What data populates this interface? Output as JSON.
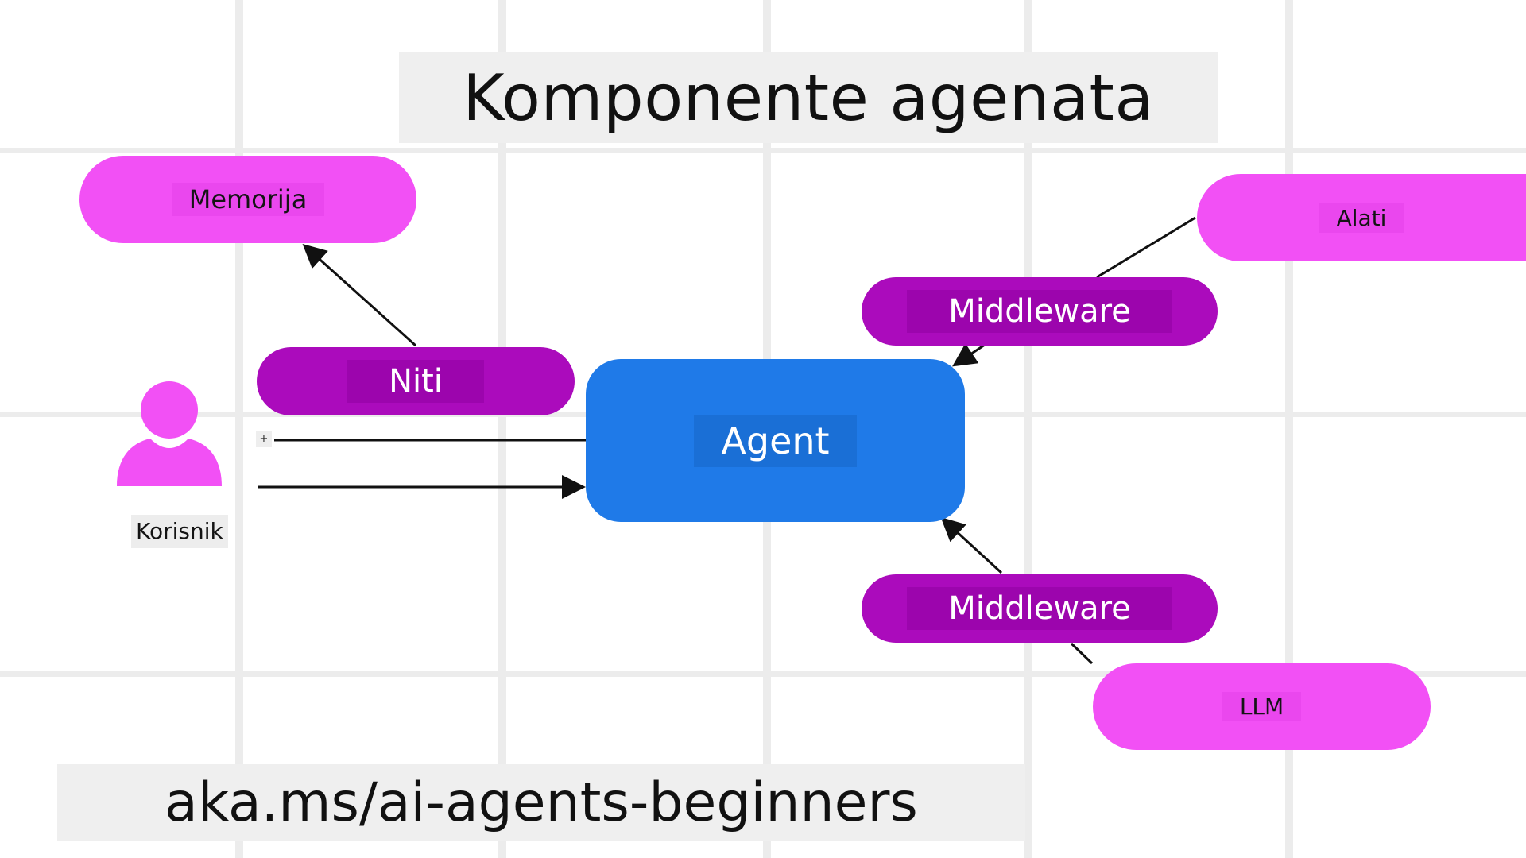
{
  "title": "Komponente agenata",
  "footer": "aka.ms/ai-agents-beginners",
  "nodes": {
    "memory": "Memorija",
    "threads": "Niti",
    "agent": "Agent",
    "tools": "Alati",
    "middleware_top": "Middleware",
    "middleware_bottom": "Middleware",
    "llm": "LLM",
    "user": "Korisnik"
  },
  "small_marker": "+",
  "colors": {
    "light_pill": "#f250f5",
    "dark_pill": "#ab0bbc",
    "agent": "#1f7ae8",
    "grid": "#ececec"
  }
}
